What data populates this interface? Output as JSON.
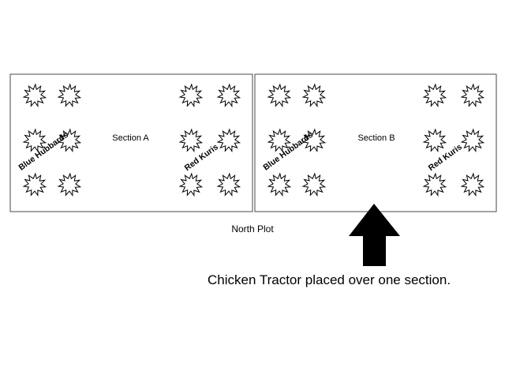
{
  "plot": {
    "caption": "North Plot",
    "sections": [
      {
        "label": "Section A",
        "left_group_label": "Blue Hubbards",
        "right_group_label": "Red Kuris",
        "plants_per_group": 6
      },
      {
        "label": "Section B",
        "left_group_label": "Blue Hubbards",
        "right_group_label": "Red Kuris",
        "plants_per_group": 6
      }
    ]
  },
  "annotation": {
    "text": "Chicken Tractor placed over one section.",
    "arrow_icon": "up-arrow-icon",
    "arrow_color": "#000000"
  },
  "colors": {
    "border": "#4a4a4a",
    "plant_stroke": "#000000",
    "plant_fill": "#ffffff"
  }
}
